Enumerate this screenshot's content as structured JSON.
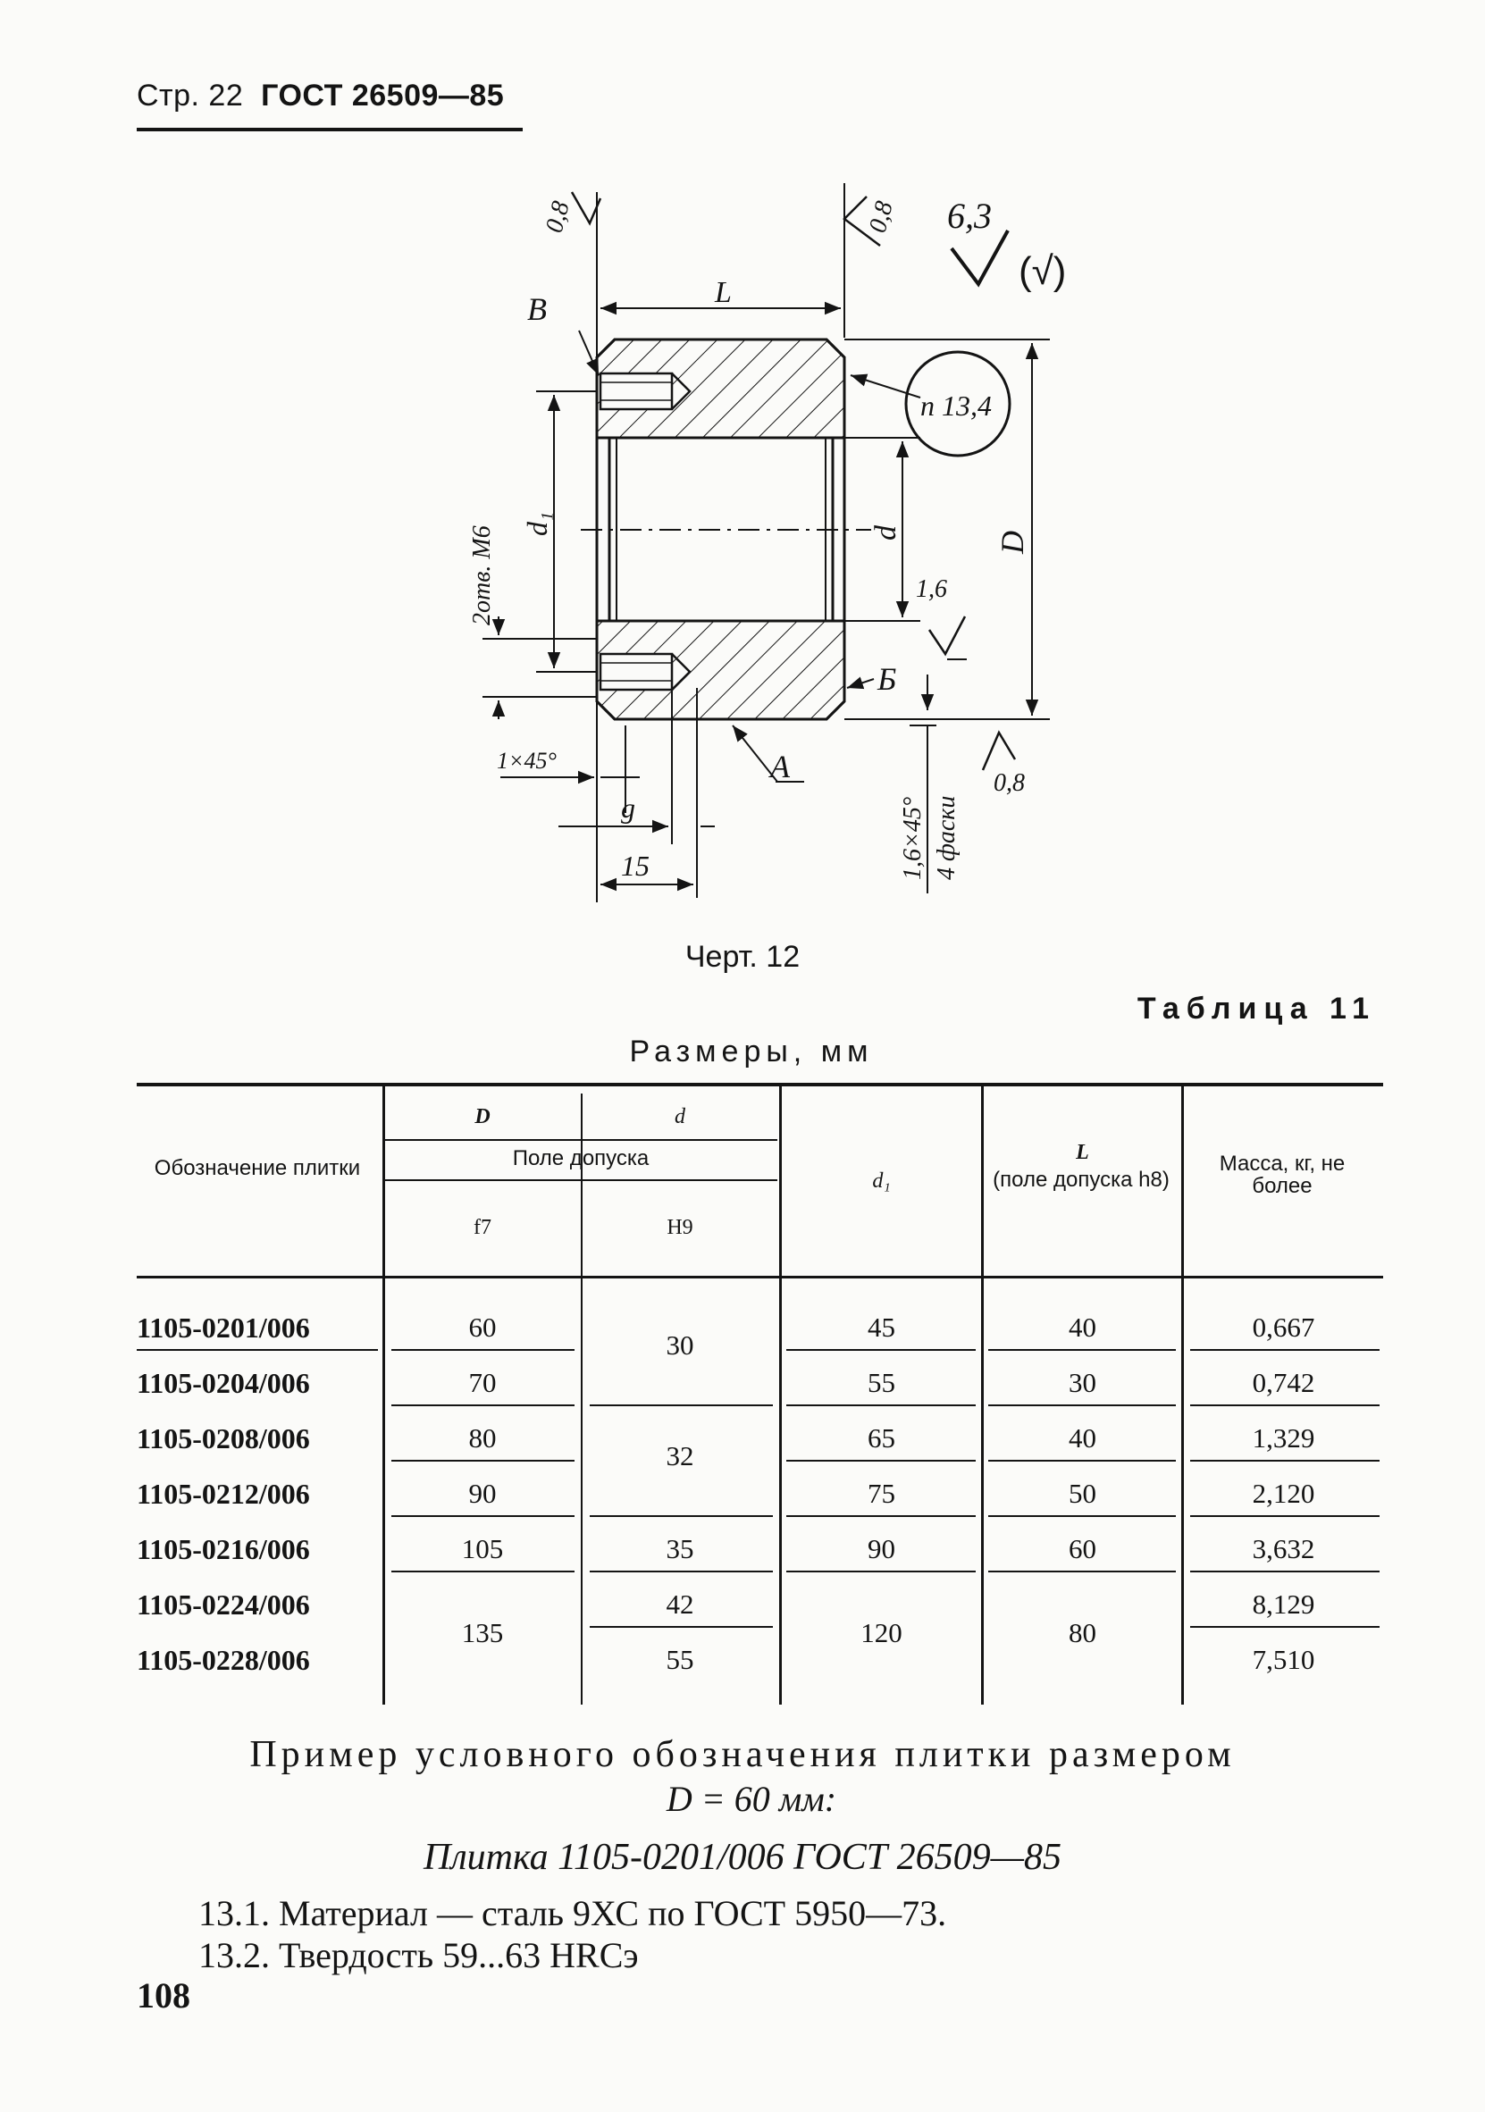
{
  "header": {
    "page_label": "Стр. 22",
    "standard": "ГОСТ  26509—85"
  },
  "drawing": {
    "labels": {
      "rough_08_left": "0,8",
      "rough_08_right": "0,8",
      "rough_63": "6,3",
      "rough_check": "(√)",
      "L": "L",
      "V": "В",
      "p134": "п 13,4",
      "d1": "d₁",
      "holes": "2отв. М6",
      "d": "d",
      "D": "D",
      "rough_16": "1,6",
      "B": "Б",
      "A": "А",
      "chamfer1": "1×45°",
      "g": "g",
      "w15": "15",
      "chamfer2": "1,6×45°",
      "chamfer2b": "4 фаски",
      "rough_08_bottom": "0,8"
    },
    "caption": "Черт. 12"
  },
  "table": {
    "label": "Таблица  11",
    "units": "Размеры,  мм",
    "headers": {
      "designation": "Обозначение плитки",
      "D": "D",
      "d": "d",
      "tolerance_field": "Поле допуска",
      "f7": "f7",
      "H9": "H9",
      "d1": "d₁",
      "L": "L",
      "L_note": "(поле допуска h8)",
      "mass": "Масса, кг, не более"
    },
    "rows": [
      {
        "designation": "1105-0201/006",
        "D": "60",
        "d1": "45",
        "L": "40",
        "mass": "0,667"
      },
      {
        "designation": "1105-0204/006",
        "D": "70",
        "d1": "55",
        "L": "30",
        "mass": "0,742"
      },
      {
        "designation": "1105-0208/006",
        "D": "80",
        "d1": "65",
        "L": "40",
        "mass": "1,329"
      },
      {
        "designation": "1105-0212/006",
        "D": "90",
        "d1": "75",
        "L": "50",
        "mass": "2,120"
      },
      {
        "designation": "1105-0216/006",
        "D": "105",
        "d1": "90",
        "L": "60",
        "mass": "3,632"
      },
      {
        "designation": "1105-0224/006",
        "mass": "8,129"
      },
      {
        "designation": "1105-0228/006",
        "mass": "7,510"
      }
    ],
    "merged": {
      "d_rows_1_2": "30",
      "d_rows_3_4": "32",
      "d_row_5": "35",
      "d_row_6": "42",
      "d_row_7": "55",
      "D_rows_6_7": "135",
      "d1_rows_6_7": "120",
      "L_rows_6_7": "80"
    }
  },
  "example": {
    "line1": "Пример  условного  обозначения  плитки размером",
    "line2": "D = 60 мм:",
    "designation": "Плитка 1105-0201/006 ГОСТ 26509—85"
  },
  "paragraphs": {
    "p1": "13.1. Материал — сталь 9ХС по ГОСТ 5950—73.",
    "p2": "13.2. Твердость 59...63 HRCэ"
  },
  "page_number": "108"
}
